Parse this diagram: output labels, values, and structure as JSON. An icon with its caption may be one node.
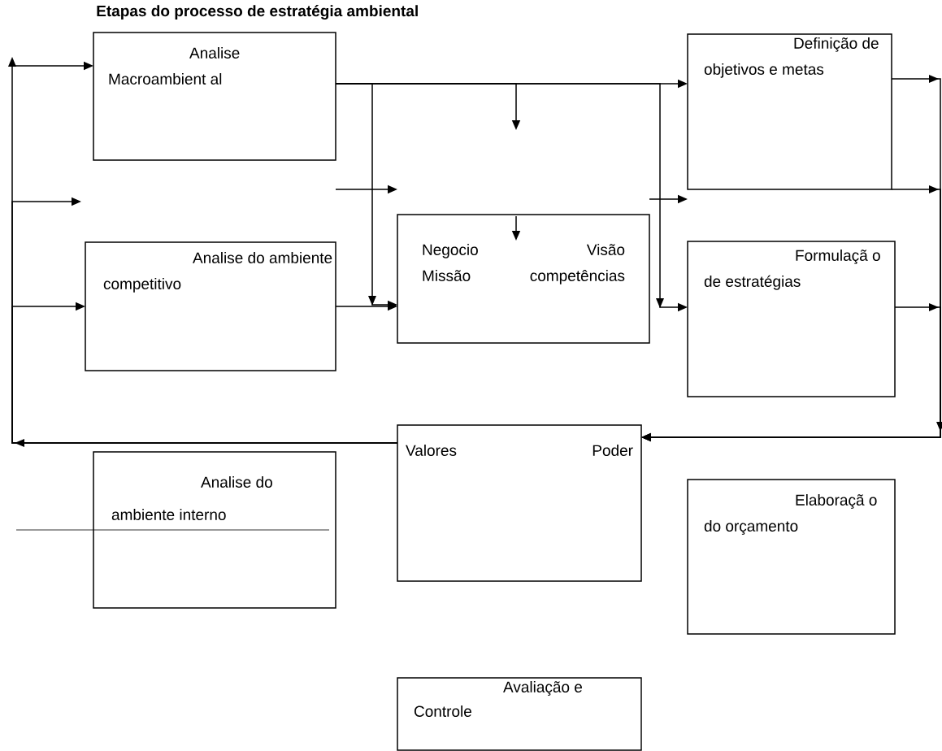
{
  "diagram": {
    "title": "Etapas do processo de estratégia ambiental",
    "nodes": [
      {
        "text": [
          "Analise Macroambient al"
        ]
      },
      {
        "text": [
          "Analise do ambiente competitivo"
        ]
      },
      {
        "text": [
          "Negocio Visão Missão competências"
        ]
      },
      {
        "text": [
          "Definição de objetivos e metas"
        ]
      },
      {
        "text": [
          "Formulaçã o de estratégias"
        ]
      },
      {
        "text": [
          "Valores Poder"
        ]
      },
      {
        "text": [
          "Analise do ambiente interno"
        ]
      },
      {
        "text": [
          "Elaboraçã o do orçamento"
        ]
      },
      {
        "text": [
          "Avaliação e Controle"
        ]
      }
    ],
    "edges": [
      {
        "from": 5,
        "to": 0,
        "arrow": "to"
      },
      {
        "from": 5,
        "to": null,
        "arrow": "to"
      },
      {
        "from": 5,
        "to": 1,
        "arrow": "to"
      },
      {
        "from": 0,
        "to": 3,
        "arrow": "to"
      },
      {
        "from": 0,
        "to": 2,
        "arrow": "to"
      },
      {
        "from": 1,
        "to": 2,
        "arrow": "to"
      },
      {
        "from": 0,
        "to": null,
        "arrow": "to"
      },
      {
        "from": 0,
        "to": 4,
        "arrow": "to"
      },
      {
        "from": 3,
        "to": 5,
        "arrow": "to"
      },
      {
        "from": 3,
        "to": 5,
        "arrow": "to"
      },
      {
        "from": 4,
        "to": 5,
        "arrow": "to"
      }
    ]
  }
}
